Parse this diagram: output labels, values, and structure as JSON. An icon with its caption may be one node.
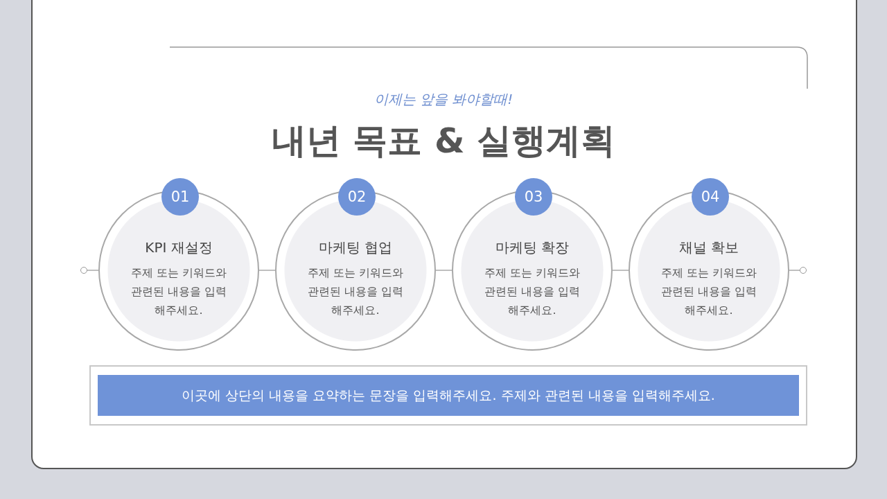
{
  "diagram": {
    "title": "내년 목표 & 실행계획",
    "nodes": [
      {
        "text": [],
        "shape": "circle"
      },
      {
        "text": [
          "01",
          "KPI 재설정",
          "주제 또는 키워드와 관련된 내용을 입력 해주세요."
        ]
      },
      {
        "text": [
          "02",
          "마케팅 협업",
          "주제 또는 키워드와 관련된 내용을 입력 해주세요."
        ]
      },
      {
        "text": [
          "03",
          "마케팅 확장",
          "주제 또는 키워드와 관련된 내용을 입력 해주세요."
        ]
      },
      {
        "text": [
          "04",
          "채널 확보",
          "주제 또는 키워드와 관련된 내용을 입력 해주세요."
        ]
      },
      {
        "text": [],
        "shape": "circle"
      },
      {
        "text": [
          "이곳에 상단의 내용을 요약하는 문장을 입력해주세요. 주제와 관련된 내용을 입력해주세요."
        ]
      }
    ],
    "edges": [
      {
        "from": 0,
        "to": 1,
        "arrow": "none"
      },
      {
        "from": 1,
        "to": 2,
        "arrow": "none"
      },
      {
        "from": 2,
        "to": 3,
        "arrow": "none"
      },
      {
        "from": 3,
        "to": 4,
        "arrow": "none"
      },
      {
        "from": 4,
        "to": 5,
        "arrow": "none"
      }
    ],
    "labels": [
      "이제는 앞을 봐야할때!"
    ]
  }
}
